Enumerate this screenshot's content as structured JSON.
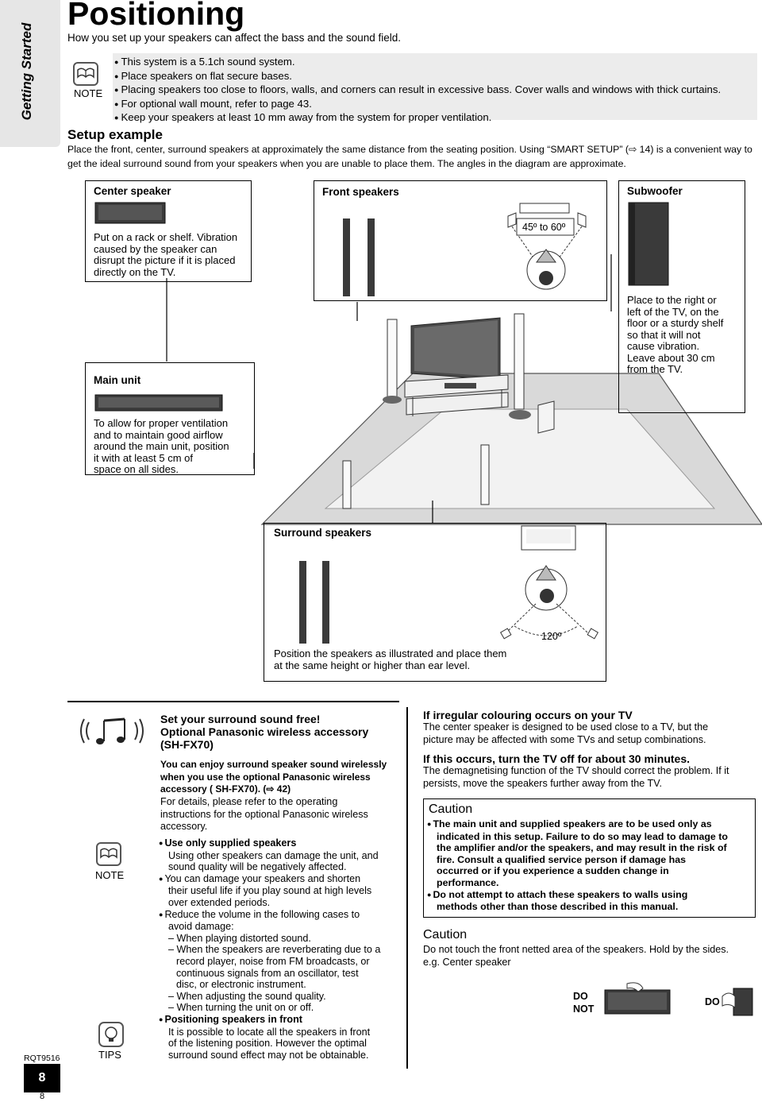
{
  "sidebar": {
    "section": "Getting Started"
  },
  "page": {
    "title": "Positioning",
    "subtitle": "How you set up your speakers can affect the bass and the sound field.",
    "page_code": "RQT9516",
    "page_number_tab": "8",
    "page_number": "8"
  },
  "note_top": {
    "label": "NOTE",
    "items": [
      "This system is a 5.1ch sound system.",
      "Place speakers on flat secure bases.",
      "Placing speakers too close to floors, walls, and corners can result in excessive bass. Cover walls and windows with thick curtains.",
      "For optional wall mount, refer to page 43.",
      "Keep your speakers at least 10 mm away from the system for proper ventilation."
    ]
  },
  "setup": {
    "heading": "Setup example",
    "line1": "Place the front, center, surround speakers at approximately the same distance from the seating position. Using “SMART SETUP” (⇨ 14) is a convenient way to",
    "line2": "get the ideal surround sound from your speakers when you are unable to place them. The angles in the diagram are approximate."
  },
  "diagram": {
    "center": {
      "title": "Center speaker",
      "lines": [
        "Put on a rack or shelf. Vibration",
        "caused by the speaker can",
        "disrupt the picture if it is placed",
        "directly on the TV."
      ]
    },
    "front": {
      "title": "Front speakers",
      "angle": "45º to 60º"
    },
    "subwoofer": {
      "title": "Subwoofer",
      "lines": [
        "Place to the right or",
        "left of the TV, on the",
        "floor or a sturdy shelf",
        "so that it will not",
        "cause vibration.",
        "Leave about 30 cm",
        "from the TV."
      ]
    },
    "main_unit": {
      "title": "Main unit",
      "lines": [
        "To allow for proper ventilation",
        "and to maintain good airflow",
        "around the main unit, position",
        "it with at least 5 cm of",
        "space on all sides."
      ]
    },
    "surround": {
      "title": "Surround speakers",
      "angle": "120º",
      "lines": [
        "Position the speakers as illustrated and place them",
        "at the same height or higher than ear level."
      ]
    }
  },
  "wireless": {
    "t1": "Set your surround sound free!",
    "t2": "Optional Panasonic wireless accessory",
    "t3": "(SH-FX70)",
    "b1": "You can enjoy surround speaker sound wirelessly",
    "b2": "when you use the optional Panasonic wireless",
    "b3": "accessory ( SH-FX70). (⇨ 42)",
    "d1": "For details, please refer to the operating",
    "d2": "instructions for the optional Panasonic wireless",
    "d3": "accessory."
  },
  "note_bottom": {
    "label": "NOTE",
    "tips_label": "TIPS"
  },
  "notes2": {
    "a_head": "Use only supplied speakers",
    "a1": "Using other speakers can damage the unit, and",
    "a2": "sound quality will be negatively affected.",
    "b1": "You can damage your speakers and shorten",
    "b2": "their useful life if you play sound at high levels",
    "b3": "over extended periods.",
    "c1": "Reduce the volume in the following cases to",
    "c2": "avoid damage:",
    "c3": "– When playing distorted sound.",
    "c4": "– When the speakers are reverberating due to a",
    "c5": "record player, noise from FM broadcasts, or",
    "c6": "continuous signals from an oscillator, test",
    "c7": "disc, or electronic instrument.",
    "c8": "– When adjusting the sound quality.",
    "c9": "– When turning the unit on or off.",
    "d_head": "Positioning speakers in front",
    "d1": "It is possible to locate all the speakers in front",
    "d2": "of the listening position. However the optimal",
    "d3": "surround sound effect may not be obtainable."
  },
  "right": {
    "irr_head": "If irregular colouring occurs on your TV",
    "irr1": "The center speaker is designed to be used close to a TV, but the",
    "irr2": "picture may be affected with some TVs and setup combinations.",
    "off_head": "If this occurs, turn the TV off for about 30 minutes.",
    "off1": "The demagnetising function of the TV should correct the problem. If it",
    "off2": "persists, move the speakers further away from the TV.",
    "c1_head": "Caution",
    "c1a": "The main unit and supplied speakers are to be used only as",
    "c1b": "indicated in this setup. Failure to do so may lead to damage to",
    "c1c": "the amplifier and/or the speakers, and may result in the risk of",
    "c1d": "fire. Consult a qualified service person if damage has",
    "c1e": "occurred or if you experience a sudden change in",
    "c1f": "performance.",
    "c1g": "Do not attempt to attach these speakers to walls using",
    "c1h": "methods other than those described in this manual.",
    "c2_head": "Caution",
    "c2a": "Do not touch the front netted area of the speakers. Hold by the sides.",
    "c2b": "e.g. Center speaker",
    "do_not_1": "DO",
    "do_not_2": "NOT",
    "do": "DO"
  }
}
